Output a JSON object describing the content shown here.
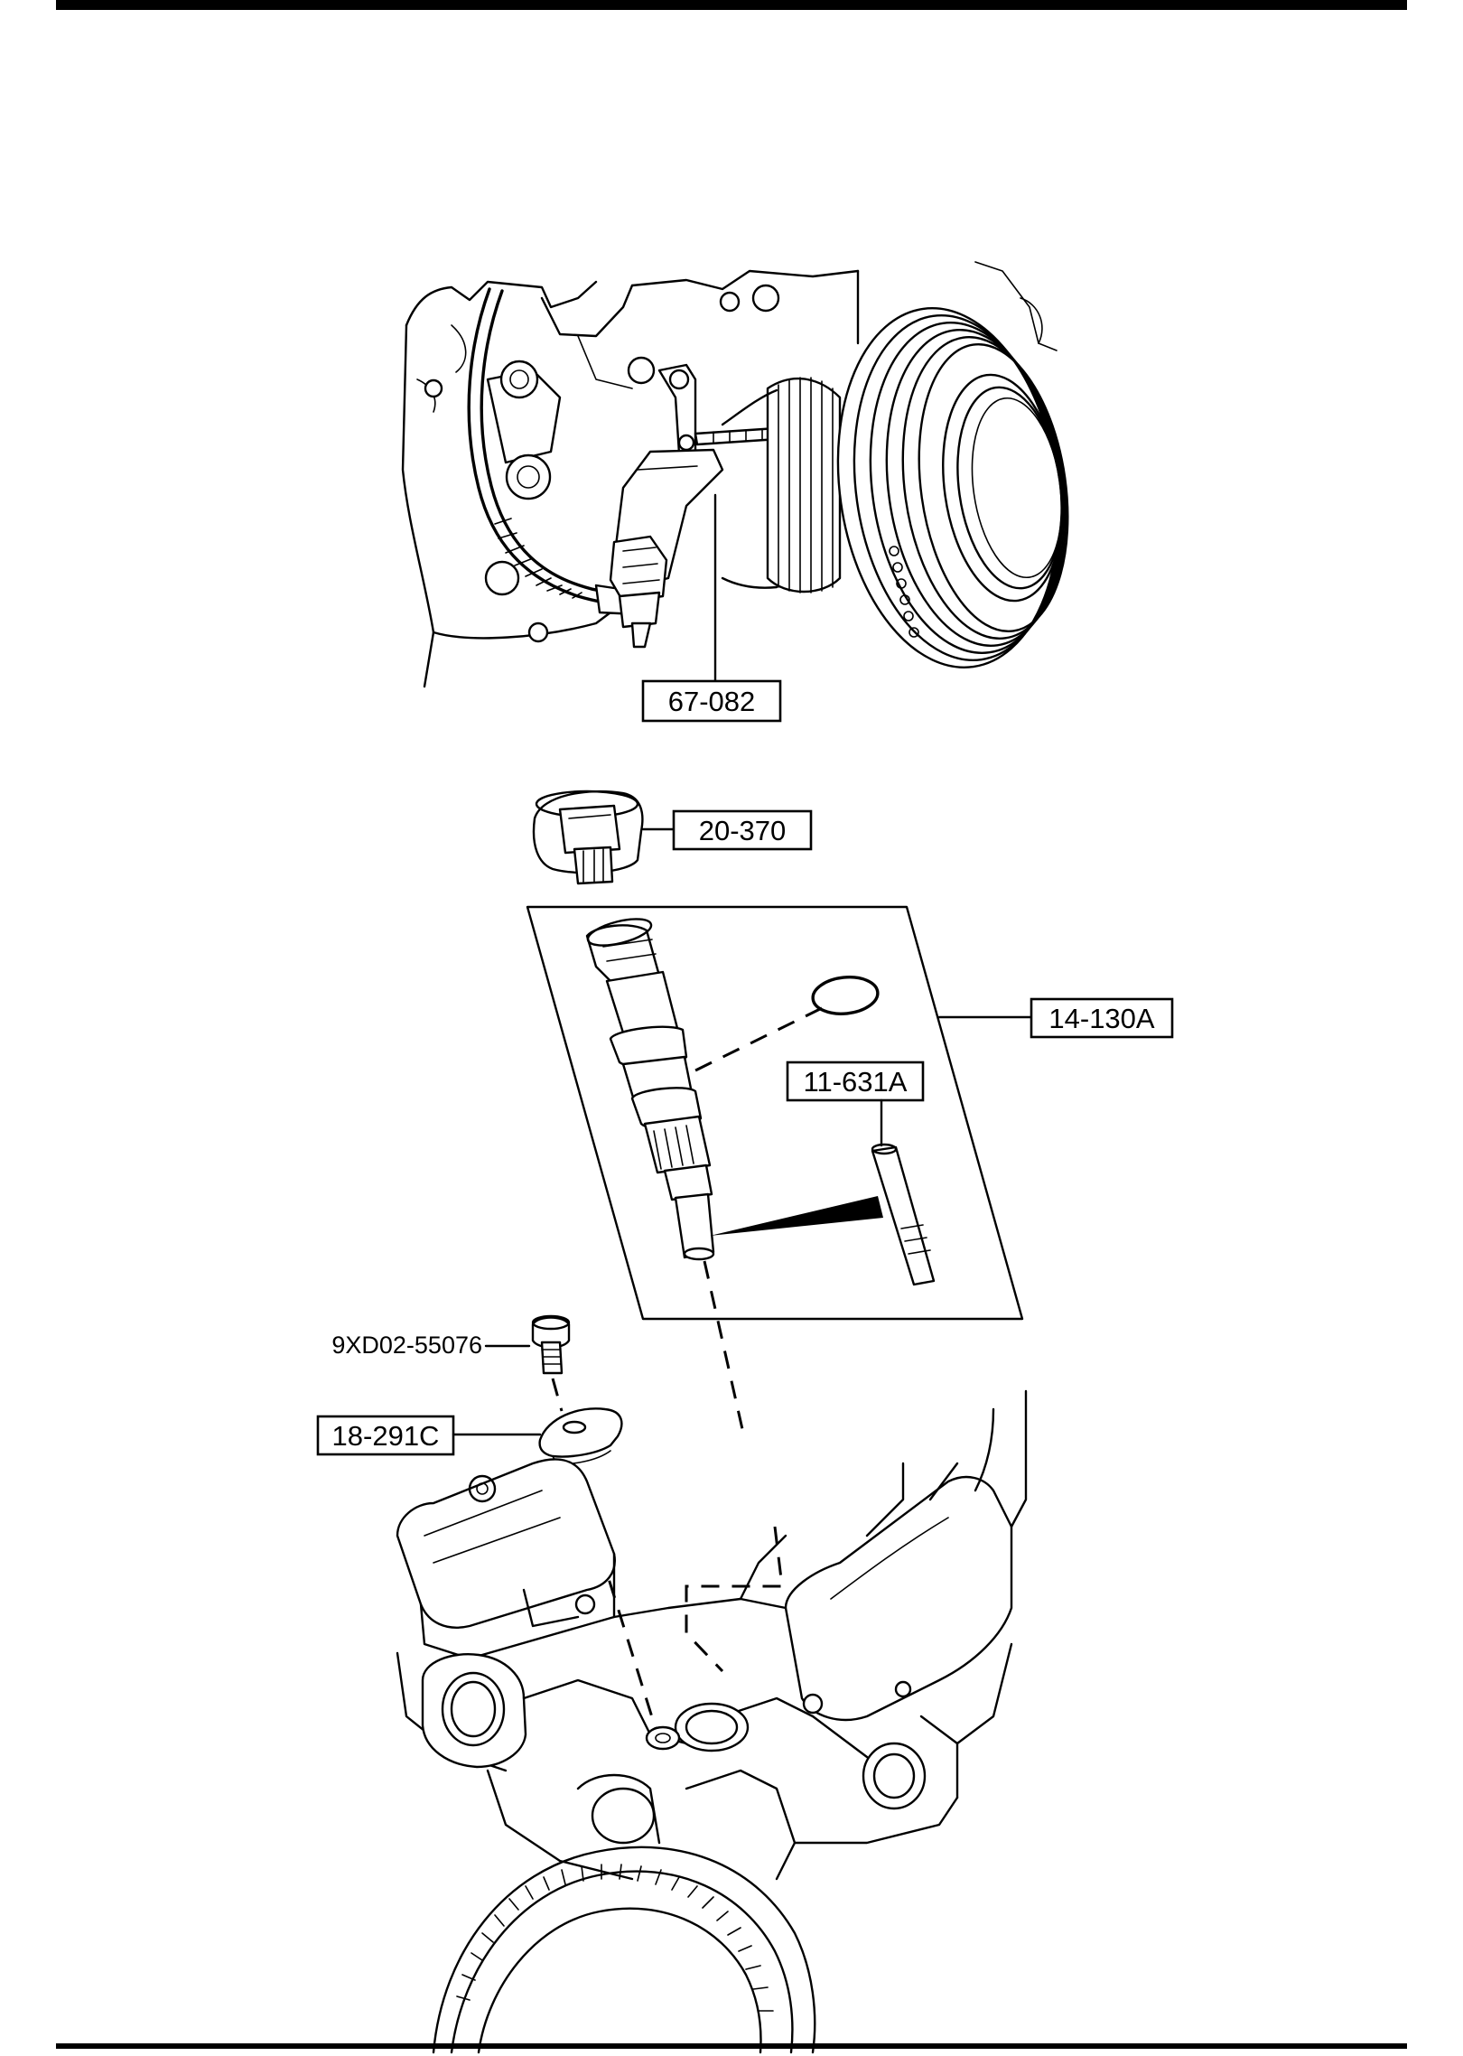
{
  "callouts": {
    "sensor_assembly_top": "67-082",
    "connector": "20-370",
    "kit": "14-130A",
    "pin": "11-631A",
    "bracket": "18-291C",
    "bolt": "9XD02-55076"
  }
}
